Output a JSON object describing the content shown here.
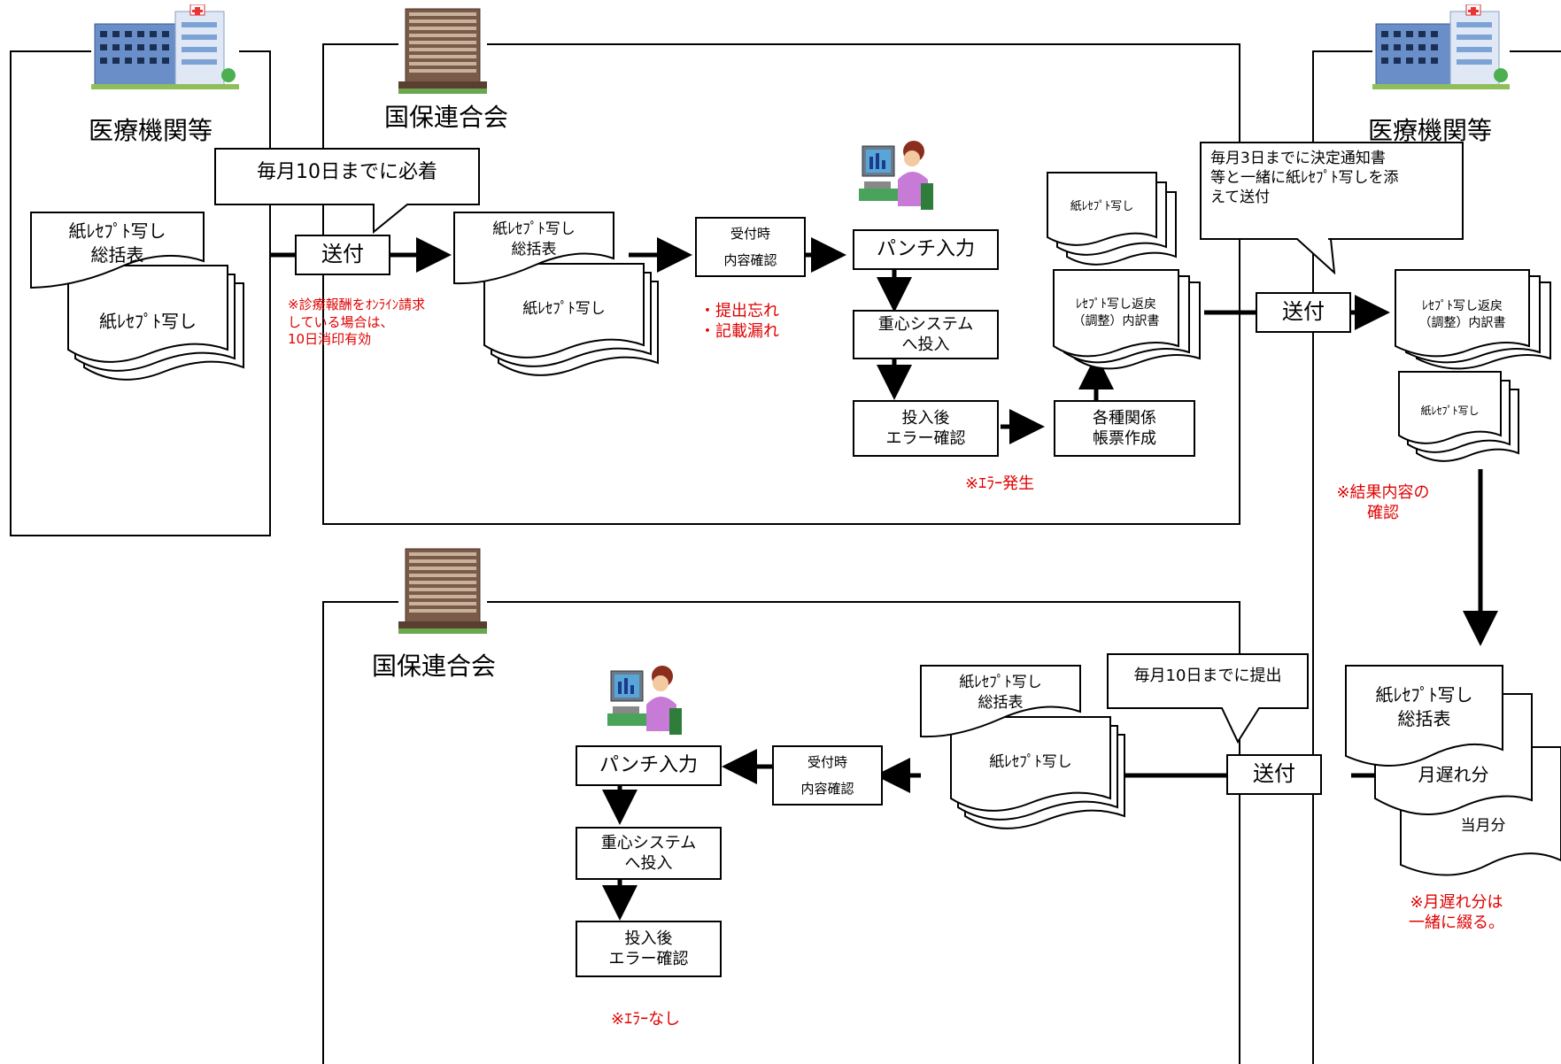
{
  "colors": {
    "note_red": "#e00000",
    "line": "#000000"
  },
  "top_left": {
    "org": "医療機関等",
    "doc_label": "紙ﾚｾﾌﾟﾄ写し\n総括表",
    "doc_back": "紙ﾚｾﾌﾟﾄ写し"
  },
  "top_callout": "毎月10日までに必着",
  "top_send": "送付",
  "top_send_note": "※診療報酬をｵﾝﾗｲﾝ請求\nしている場合は、\n10日消印有効",
  "top_center": {
    "org": "国保連合会",
    "doc_label": "紙ﾚｾﾌﾟﾄ写し\n総括表",
    "doc_back": "紙ﾚｾﾌﾟﾄ写し",
    "reception": "受付時\n内容確認",
    "reception_notes": "・提出忘れ\n・記載漏れ",
    "punch": "パンチ入力",
    "system": "重心システム\nへ投入",
    "error_check": "投入後\nエラー確認",
    "forms": "各種関係\n帳票作成",
    "error_note": "※ｴﾗｰ発生",
    "out_doc_small": "紙ﾚｾﾌﾟﾄ写し",
    "out_doc": "ﾚｾﾌﾟﾄ写し返戻\n（調整）内訳書"
  },
  "return_callout": "毎月3日までに決定通知書\n等と一緒に紙ﾚｾﾌﾟﾄ写しを添\nえて送付",
  "return_send": "送付",
  "top_right": {
    "org": "医療機関等",
    "doc_return": "ﾚｾﾌﾟﾄ写し返戻\n（調整）内訳書",
    "doc_small": "紙ﾚｾﾌﾟﾄ写し",
    "result_note": "※結果内容の\n確認",
    "doc_summary": "紙ﾚｾﾌﾟﾄ写し\n総括表",
    "doc_late": "月遅れ分",
    "doc_current": "当月分",
    "late_note": "※月遅れ分は\n一緒に綴る。"
  },
  "bottom_callout": "毎月10日までに提出",
  "bottom_send": "送付",
  "bottom_center": {
    "org": "国保連合会",
    "doc_label": "紙ﾚｾﾌﾟﾄ写し\n総括表",
    "doc_back": "紙ﾚｾﾌﾟﾄ写し",
    "reception": "受付時\n内容確認",
    "punch": "パンチ入力",
    "system": "重心システム\nへ投入",
    "error_check": "投入後\nエラー確認",
    "error_note": "※ｴﾗｰなし"
  }
}
